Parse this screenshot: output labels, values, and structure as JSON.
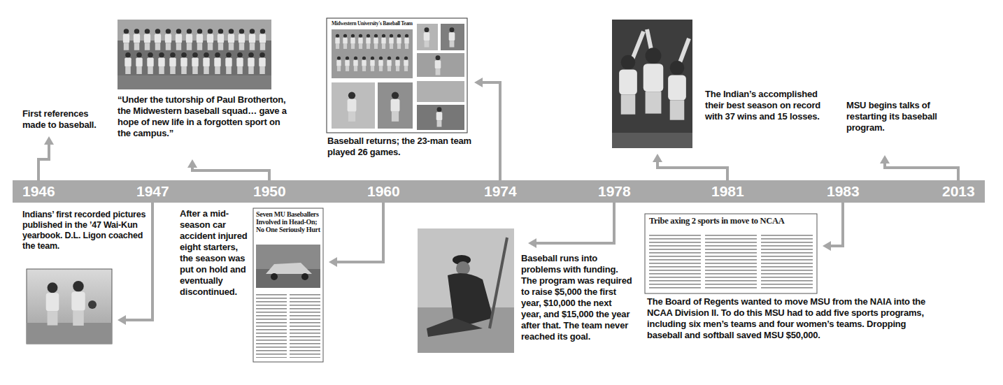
{
  "diagram": {
    "nodes": [
      {
        "text": [
          "1946",
          "1947",
          "1950",
          "1960",
          "1974",
          "1978",
          "1981",
          "1983",
          "2013"
        ]
      }
    ],
    "labels": [
      "First references made to baseball.",
      "Indians’ first recorded pictures published in the ’47 Wai-Kun yearbook. D.L. Ligon coached the team.",
      "“Under the tutorship of Paul Brotherton, the Midwestern baseball squad… gave a hope of new life in a forgotten sport on the campus.”",
      "After a mid-season car accident injured eight starters, the season was put on hold and eventually discontinued.",
      "Seven MU Baseballers Involved in Head-On; No One Seriously Hurt",
      "Midwestern University's Baseball Team",
      "Baseball returns; the 23-man team played 26 games.",
      "Baseball runs into problems with funding. The program was required to raise $5,000 the first year, $10,000 the next year, and $15,000 the year after that. The team never reached its goal.",
      "The Indian’s accomplished their best season on record with 37 wins and 15 losses.",
      "Tribe axing 2 sports in move to NCAA",
      "The Board of Regents wanted to move MSU from the NAIA into the NCAA Division II. To do this MSU had to add five sports programs, including six men’s teams and four women’s teams. Dropping baseball and softball saved MSU $50,000.",
      "MSU begins talks of restarting its baseball program."
    ]
  }
}
